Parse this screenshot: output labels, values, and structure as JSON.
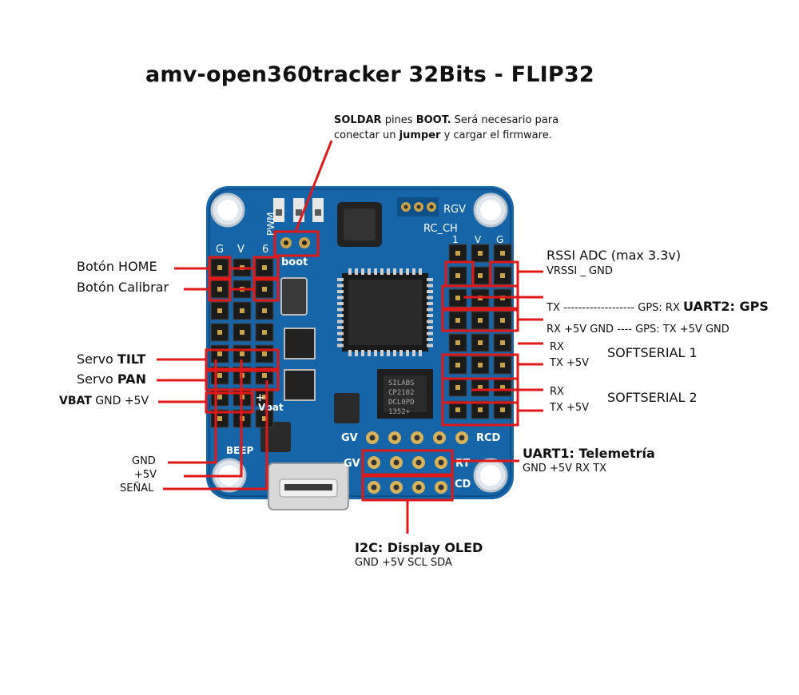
{
  "title": "amv-open360tracker 32Bits - FLIP32",
  "boot_note": {
    "line1_pre": "",
    "line1_b1": "SOLDAR",
    "line1_mid": " pines ",
    "line1_b2": "BOOT.",
    "line1_post": " Será necesario para",
    "line2_pre": "conectar un ",
    "line2_b": "jumper",
    "line2_post": " y cargar el firmware."
  },
  "left_labels": {
    "home": "Botón HOME",
    "calibrar": "Botón Calibrar",
    "tilt_pre": "Servo ",
    "tilt_b": "TILT",
    "pan_pre": "Servo ",
    "pan_b": "PAN",
    "vbat_b": "VBAT",
    "vbat_rest": " GND +5V",
    "gnd": "GND",
    "plus5v": "+5V",
    "senal": "SEÑAL"
  },
  "right_labels": {
    "rssi_title": "RSSI ADC (max 3.3v)",
    "rssi_sub": "VRSSI _ GND",
    "uart2_tx": "TX ------------------- GPS: RX ",
    "uart2_title": "UART2: GPS",
    "uart2_rx": "RX +5V GND ---- GPS: TX +5V GND",
    "ss1_rx": "RX",
    "ss1_tx": "TX +5V",
    "ss1_title": "SOFTSERIAL 1",
    "ss2_rx": "RX",
    "ss2_tx": "TX +5V",
    "ss2_title": "SOFTSERIAL 2",
    "uart1_title": "UART1: Telemetría",
    "uart1_sub": "GND +5V RX TX",
    "i2c_title": "I2C: Display OLED",
    "i2c_sub": "GND +5V SCL SDA"
  },
  "board_silk": {
    "g": "G",
    "v": "V",
    "six": "6",
    "pwm": "PWM",
    "boot": "boot",
    "rgv": "RGV",
    "rc_ch": "RC_CH",
    "one": "1",
    "v2": "V",
    "g2": "G",
    "gv1": "GV",
    "rcd": "RCD",
    "gv2": "GV",
    "rt": "RT",
    "cd": "CD",
    "beep": "BEEP",
    "vbat": "Vbat",
    "plus": "+",
    "chip1": "SILABS",
    "chip2": "CP2102",
    "chip3": "DCL0PD",
    "chip4": "1352+"
  },
  "colors": {
    "pcb": "#1565a8",
    "pcb_dark": "#0e4f88",
    "callout": "#e01818",
    "pad": "#c9a24a"
  }
}
